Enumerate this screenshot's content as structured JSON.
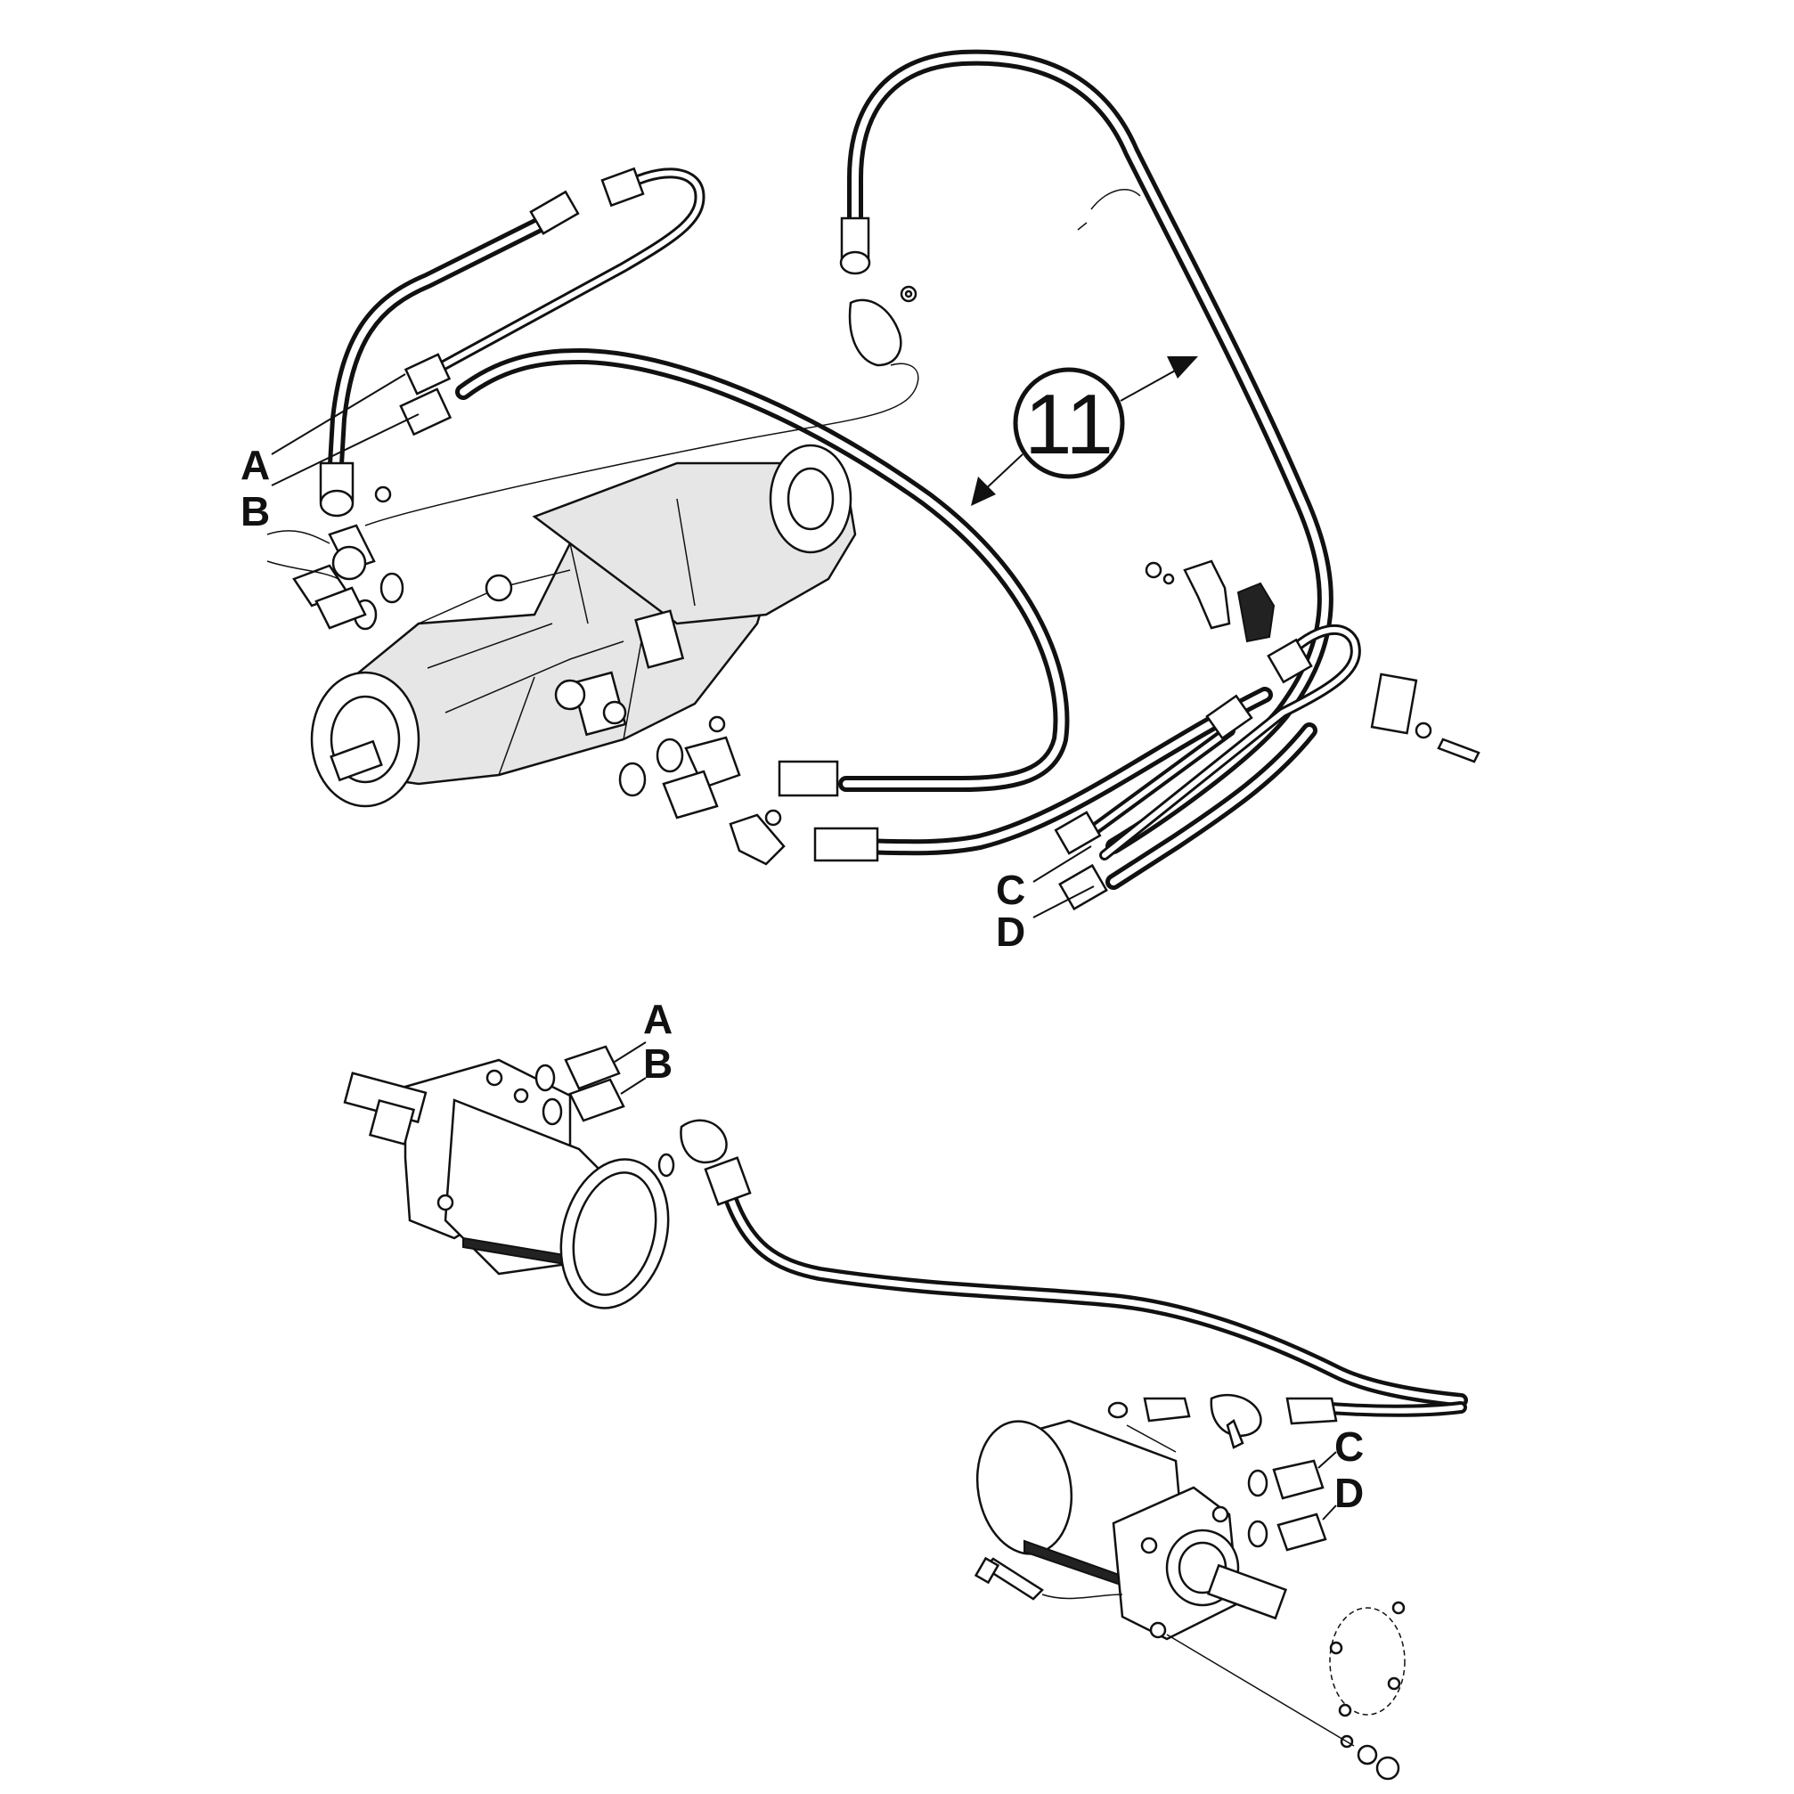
{
  "callout": {
    "number": "11"
  },
  "labels": {
    "top_a": "A",
    "top_b": "B",
    "top_c": "C",
    "top_d": "D",
    "bottom_a": "A",
    "bottom_b": "B",
    "bottom_c": "C",
    "bottom_d": "D"
  }
}
